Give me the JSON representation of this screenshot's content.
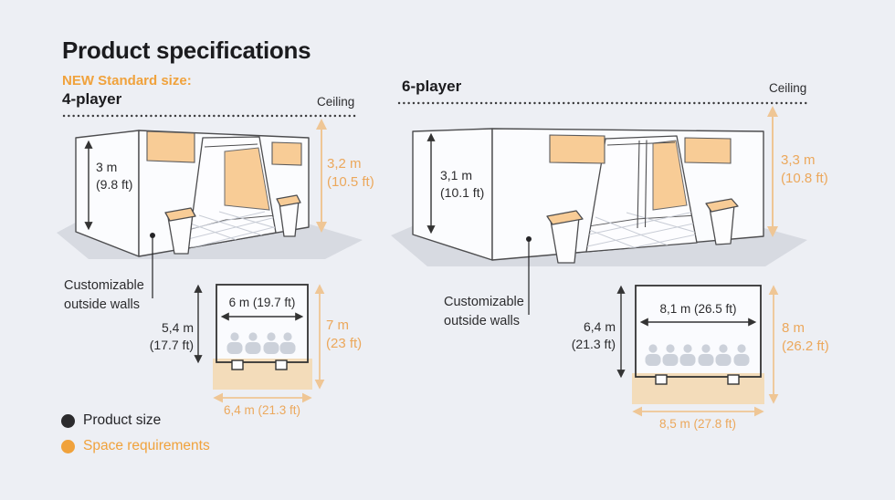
{
  "title": "Product specifications",
  "legend": {
    "product": {
      "label": "Product size",
      "color": "#2b2b2d"
    },
    "space": {
      "label": "Space requirements",
      "color": "#f0a23c"
    }
  },
  "four_player": {
    "badge": "NEW Standard size:",
    "name": "4-player",
    "ceiling": "Ceiling",
    "room_height": {
      "m": "3 m",
      "ft": "(9.8 ft)"
    },
    "ceiling_height": {
      "m": "3,2 m",
      "ft": "(10.5 ft)"
    },
    "walls_note": "Customizable outside walls",
    "plan": {
      "inner_width": "6 m (19.7 ft)",
      "inner_depth": {
        "m": "5,4 m",
        "ft": "(17.7 ft)"
      },
      "space_depth": {
        "m": "7 m",
        "ft": "(23 ft)"
      },
      "space_width": "6,4 m (21.3 ft)",
      "seats": 4
    }
  },
  "six_player": {
    "name": "6-player",
    "ceiling": "Ceiling",
    "room_height": {
      "m": "3,1 m",
      "ft": "(10.1 ft)"
    },
    "ceiling_height": {
      "m": "3,3 m",
      "ft": "(10.8 ft)"
    },
    "walls_note": "Customizable outside walls",
    "plan": {
      "inner_width": "8,1 m (26.5 ft)",
      "inner_depth": {
        "m": "6,4 m",
        "ft": "(21.3 ft)"
      },
      "space_depth": {
        "m": "8 m",
        "ft": "(26.2 ft)"
      },
      "space_width": "8,5 m (27.8 ft)",
      "seats": 6
    }
  },
  "colors": {
    "accent_orange": "#f0a23c",
    "dim_orange": "#eca85c",
    "arrow_orange": "#efc695",
    "panel_orange": "#f8cc96",
    "space_band": "#f3dcba",
    "product_dark": "#333333",
    "background": "#edeff4"
  }
}
